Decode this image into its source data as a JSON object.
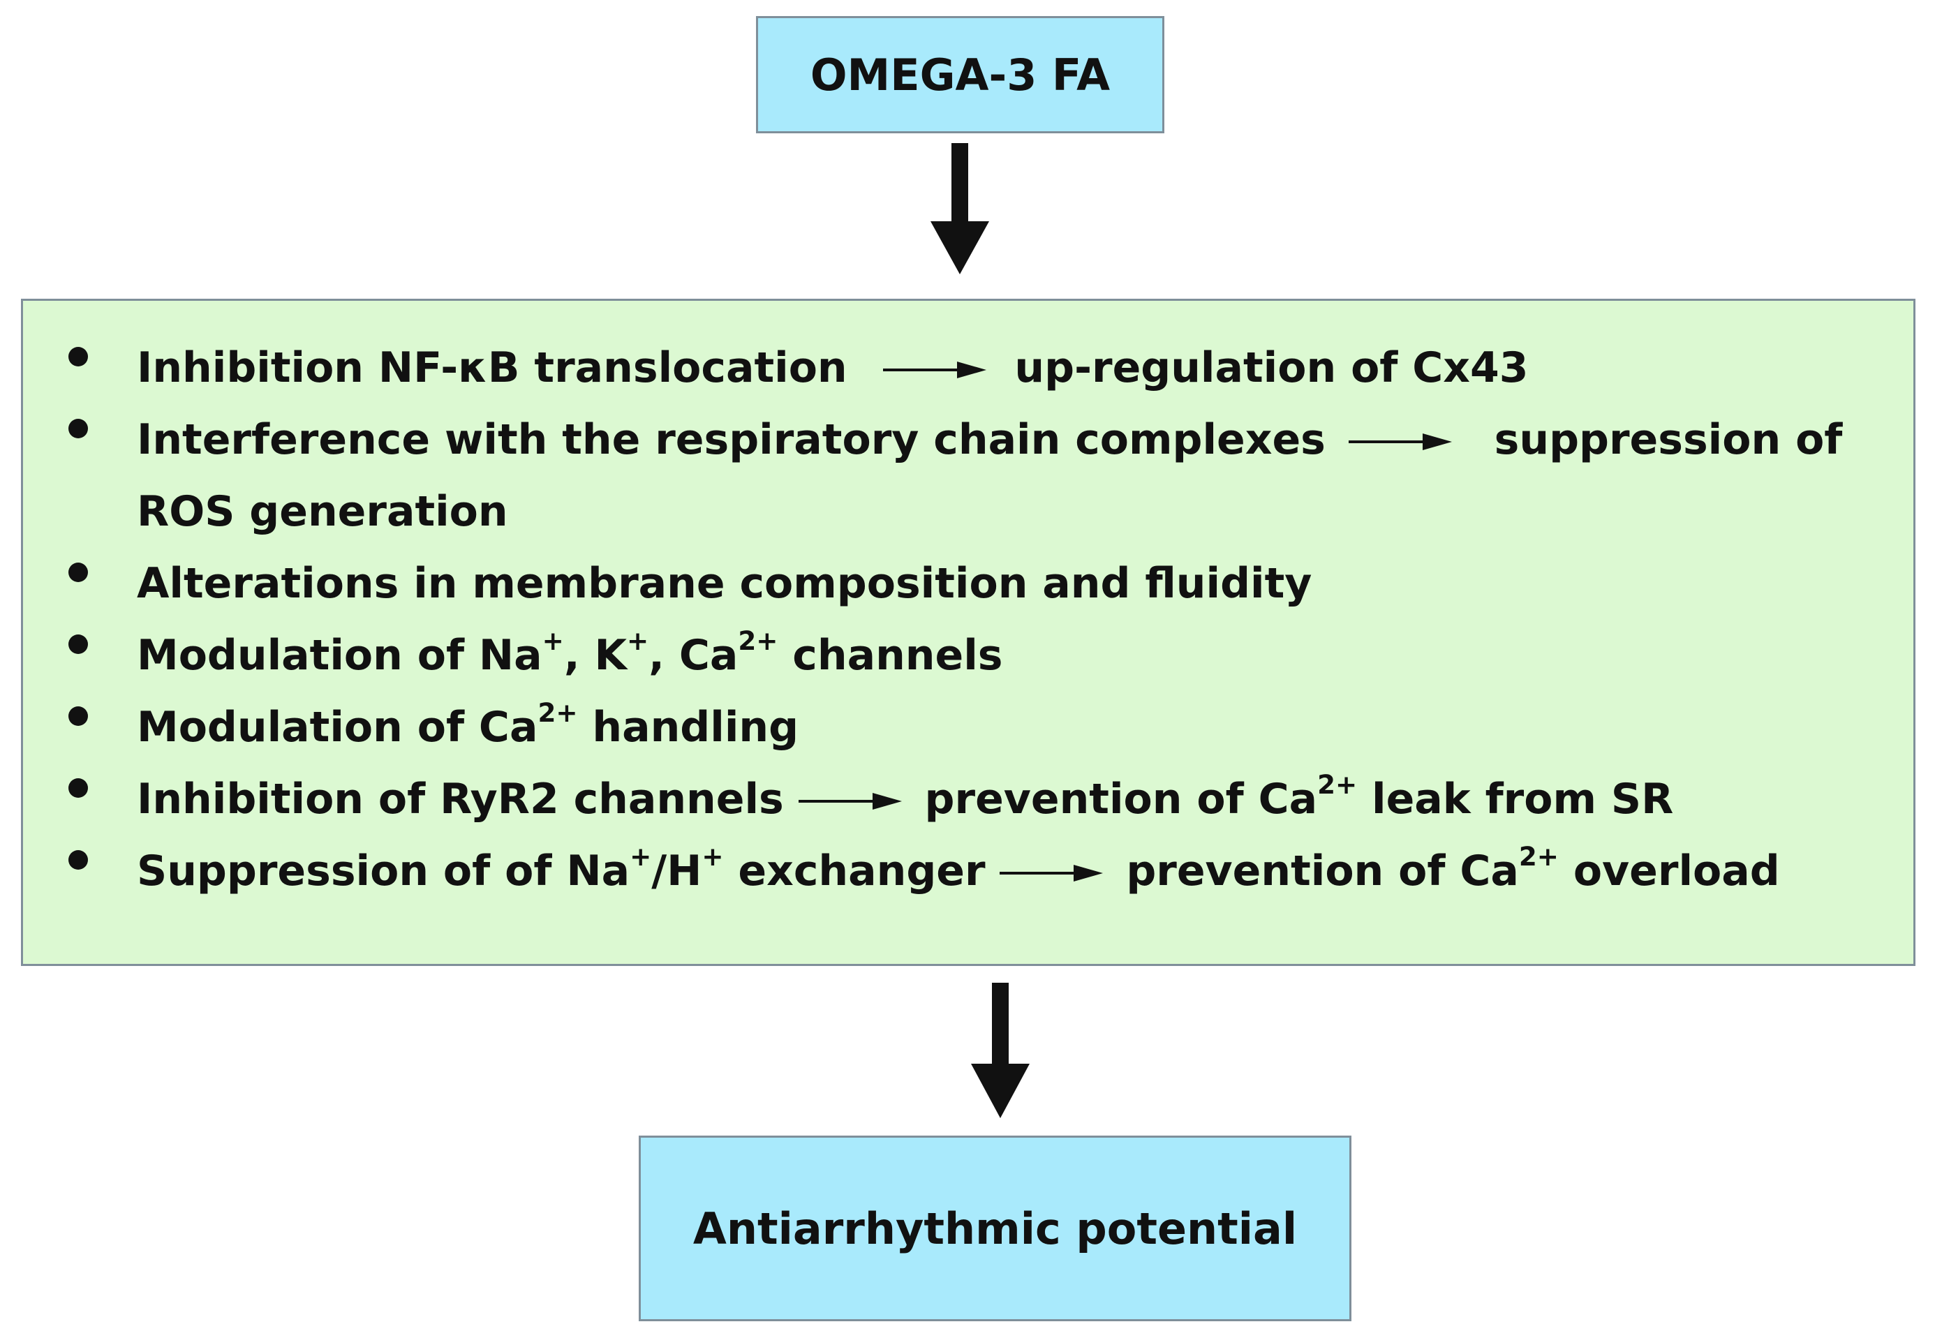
{
  "colors": {
    "box_fill_blue": "#a9eafc",
    "box_fill_green": "#dcf9d2",
    "border": "#7f8f9a",
    "arrow": "#111111"
  },
  "top": {
    "label": "OMEGA-3 FA"
  },
  "bottom": {
    "label": "Antiarrhythmic potential"
  },
  "mechanisms": [
    {
      "cause": "Inhibition NF-κB translocation",
      "effect": "up-regulation of Cx43"
    },
    {
      "cause": "Interference with the respiratory chain complexes",
      "effect": "suppression of",
      "continuation": "ROS generation"
    },
    {
      "text": "Alterations in membrane composition and fluidity"
    },
    {
      "t1": "Modulation of Na",
      "s1": "+",
      "t2": ", K",
      "s2": "+",
      "t3": ", Ca",
      "s3": "2+",
      "t4": " channels"
    },
    {
      "t1": "Modulation of Ca",
      "s1": "2+",
      "t2": " handling"
    },
    {
      "cause": "Inhibition of RyR2 channels",
      "e1": "prevention of Ca",
      "s1": "2+",
      "e2": " leak from SR"
    },
    {
      "c1": "Suppression of of Na",
      "s1": "+",
      "c2": "/H",
      "s2": "+",
      "c3": " exchanger",
      "e1": "prevention of Ca",
      "s3": "2+",
      "e2": " overload"
    }
  ]
}
